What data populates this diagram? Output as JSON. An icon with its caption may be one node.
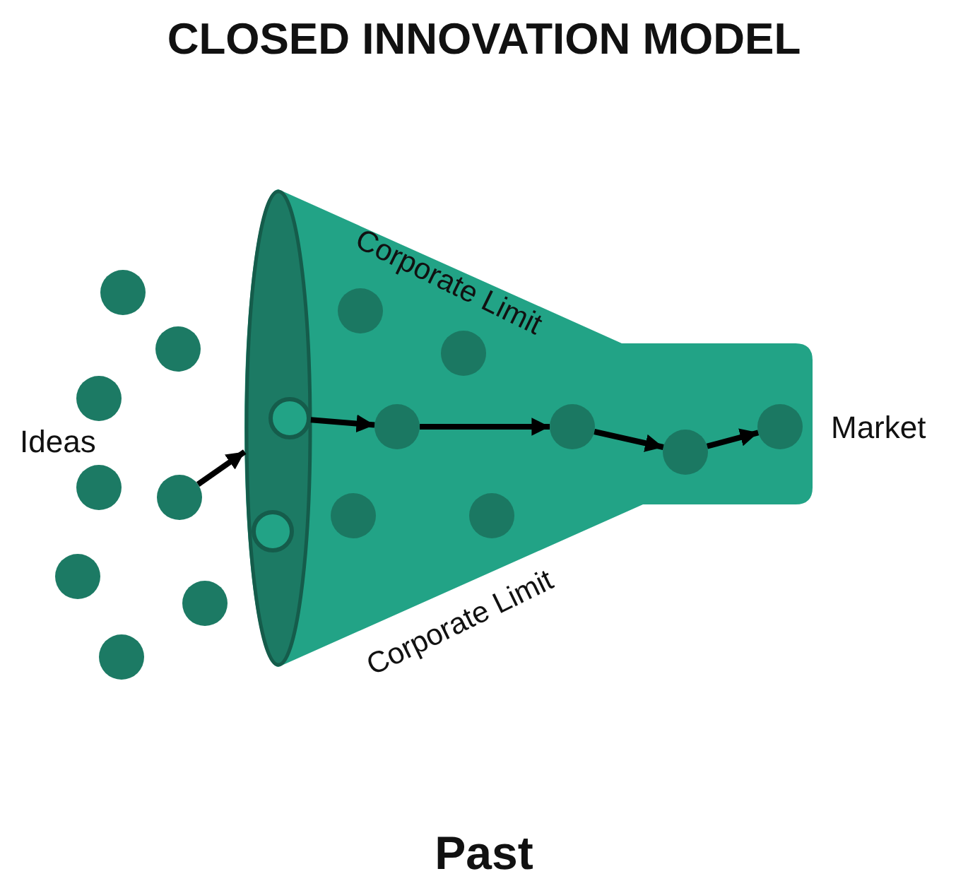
{
  "diagram": {
    "title": "CLOSED INNOVATION MODEL",
    "caption": "Past",
    "nodes": [
      {
        "text": [],
        "shape": "funnel"
      },
      {
        "text": [],
        "shape": "ellipse",
        "in": 0
      },
      {
        "text": [],
        "shape": "circle",
        "in": 1
      },
      {
        "text": [],
        "shape": "circle",
        "in": 1
      },
      {
        "text": [],
        "shape": "circle",
        "in": 0
      },
      {
        "text": [],
        "shape": "circle",
        "in": 0
      },
      {
        "text": [],
        "shape": "circle",
        "in": 0
      },
      {
        "text": [],
        "shape": "circle",
        "in": 0
      },
      {
        "text": [],
        "shape": "circle",
        "in": 0
      },
      {
        "text": [],
        "shape": "circle",
        "in": 0
      },
      {
        "text": [],
        "shape": "circle",
        "in": 0
      },
      {
        "text": [],
        "shape": "circle",
        "in": 0
      },
      {
        "text": [],
        "shape": "circle"
      },
      {
        "text": [],
        "shape": "circle"
      },
      {
        "text": [],
        "shape": "circle"
      },
      {
        "text": [],
        "shape": "circle"
      },
      {
        "text": [],
        "shape": "circle"
      },
      {
        "text": [],
        "shape": "circle"
      },
      {
        "text": [],
        "shape": "circle"
      },
      {
        "text": [],
        "shape": "circle"
      }
    ],
    "edges": [
      {
        "from": 16,
        "to": 1,
        "arrow": "to"
      },
      {
        "from": 2,
        "to": 6,
        "arrow": "to"
      },
      {
        "from": 6,
        "to": 9,
        "arrow": "to"
      },
      {
        "from": 9,
        "to": 10,
        "arrow": "to"
      },
      {
        "from": 10,
        "to": 11,
        "arrow": "to"
      }
    ],
    "labels": [
      "Corporate Limit",
      "Ideas",
      "Market",
      "Corporate Limit"
    ]
  }
}
